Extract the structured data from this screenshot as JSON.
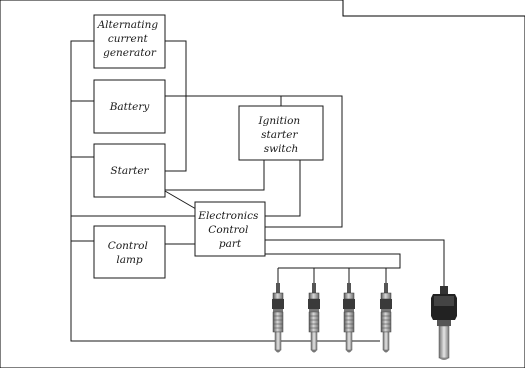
{
  "components": {
    "alternator": [
      "Alternating",
      "current",
      "generator"
    ],
    "battery": [
      "Battery"
    ],
    "ignition_switch": [
      "Ignition",
      "starter",
      "switch"
    ],
    "starter": [
      "Starter"
    ],
    "control_part": [
      "Electronics",
      "Control",
      "part"
    ],
    "control_lamp": [
      "Control",
      "lamp"
    ]
  },
  "colors": {
    "line": "#1a1a1a",
    "plug_body": "#8f8f8f",
    "plug_hex": "#3a3a3a",
    "sensor_body": "#222222"
  },
  "icons": {
    "glow_plug": "glow-plug-icon",
    "temperature_sensor": "temperature-sensor-icon"
  },
  "glow_plug_count": 4
}
